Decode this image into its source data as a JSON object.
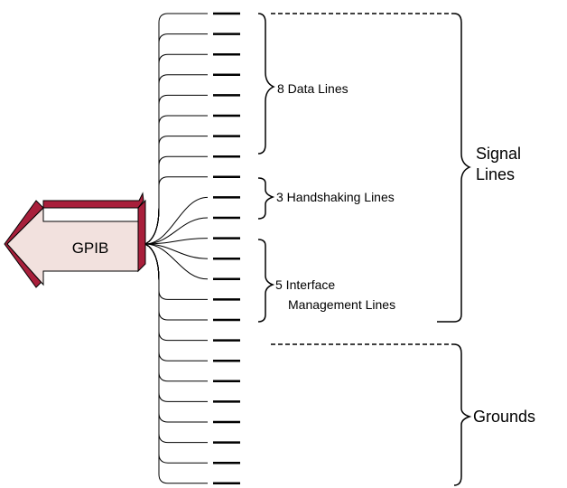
{
  "connector": {
    "label": "GPIB",
    "colors": {
      "face": "#f2e1de",
      "side": "#a81f3b",
      "outline": "#000000"
    }
  },
  "lines": {
    "count": 24
  },
  "groups": [
    {
      "label": "8 Data Lines",
      "lines": 8
    },
    {
      "label": "3 Handshaking Lines",
      "lines": 3
    },
    {
      "label_line1": "5 Interface",
      "label_line2": "Management Lines",
      "lines": 5
    }
  ],
  "categories": {
    "signal": {
      "line1": "Signal",
      "line2": "Lines"
    },
    "grounds": {
      "label": "Grounds"
    }
  }
}
